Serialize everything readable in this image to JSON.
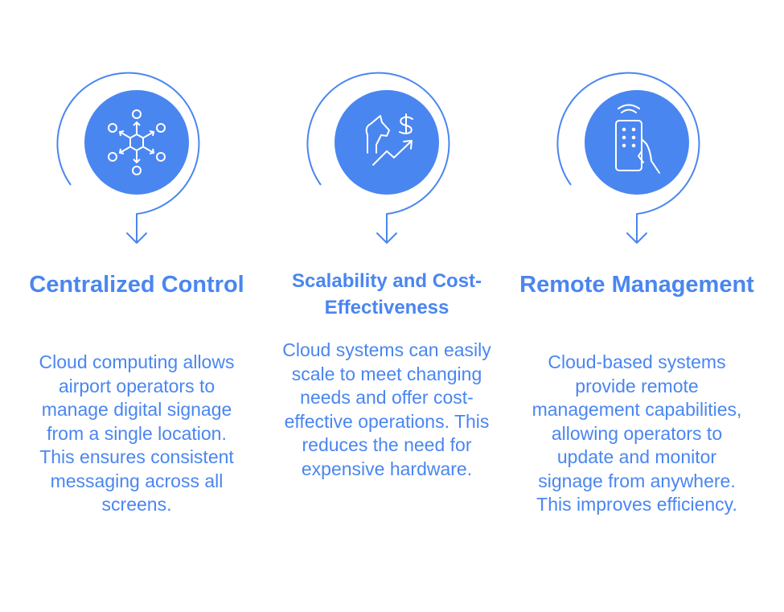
{
  "theme": {
    "accent": "#4a86f0",
    "circle_fill": "#4a86f0",
    "icon_stroke": "#ffffff",
    "background": "#ffffff"
  },
  "steps": [
    {
      "icon": "network-hub-icon",
      "title": "Centralized Control",
      "description": "Cloud computing allows airport operators to manage digital signage from a single location. This ensures consistent messaging across all screens."
    },
    {
      "icon": "scalability-cost-icon",
      "title": "Scalability and Cost-Effectiveness",
      "description": "Cloud systems can easily scale to meet changing needs and offer cost-effective operations. This reduces the need for expensive hardware."
    },
    {
      "icon": "remote-control-icon",
      "title": "Remote Management",
      "description": "Cloud-based systems provide remote management capabilities, allowing operators to update and monitor signage from anywhere. This improves efficiency."
    }
  ]
}
